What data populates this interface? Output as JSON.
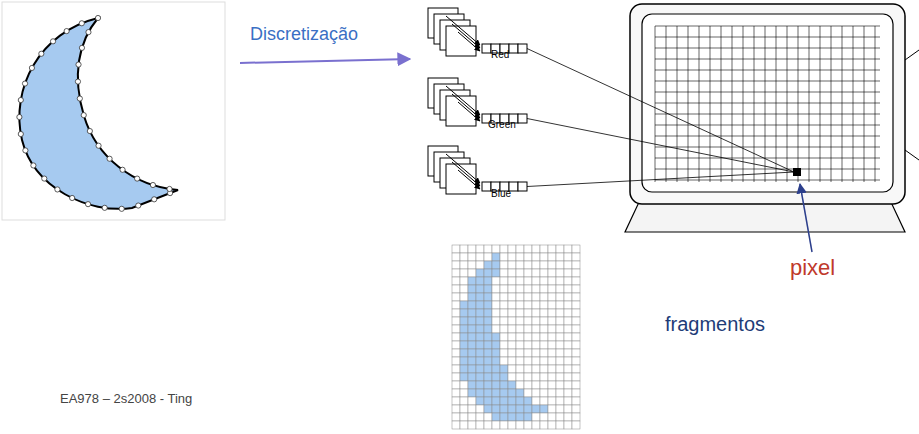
{
  "diagram": {
    "labels": [
      "Discretização",
      "Red",
      "Green",
      "Blue",
      "pixel",
      "fragmentos",
      "EA978 – 2s2008 - Ting"
    ]
  }
}
